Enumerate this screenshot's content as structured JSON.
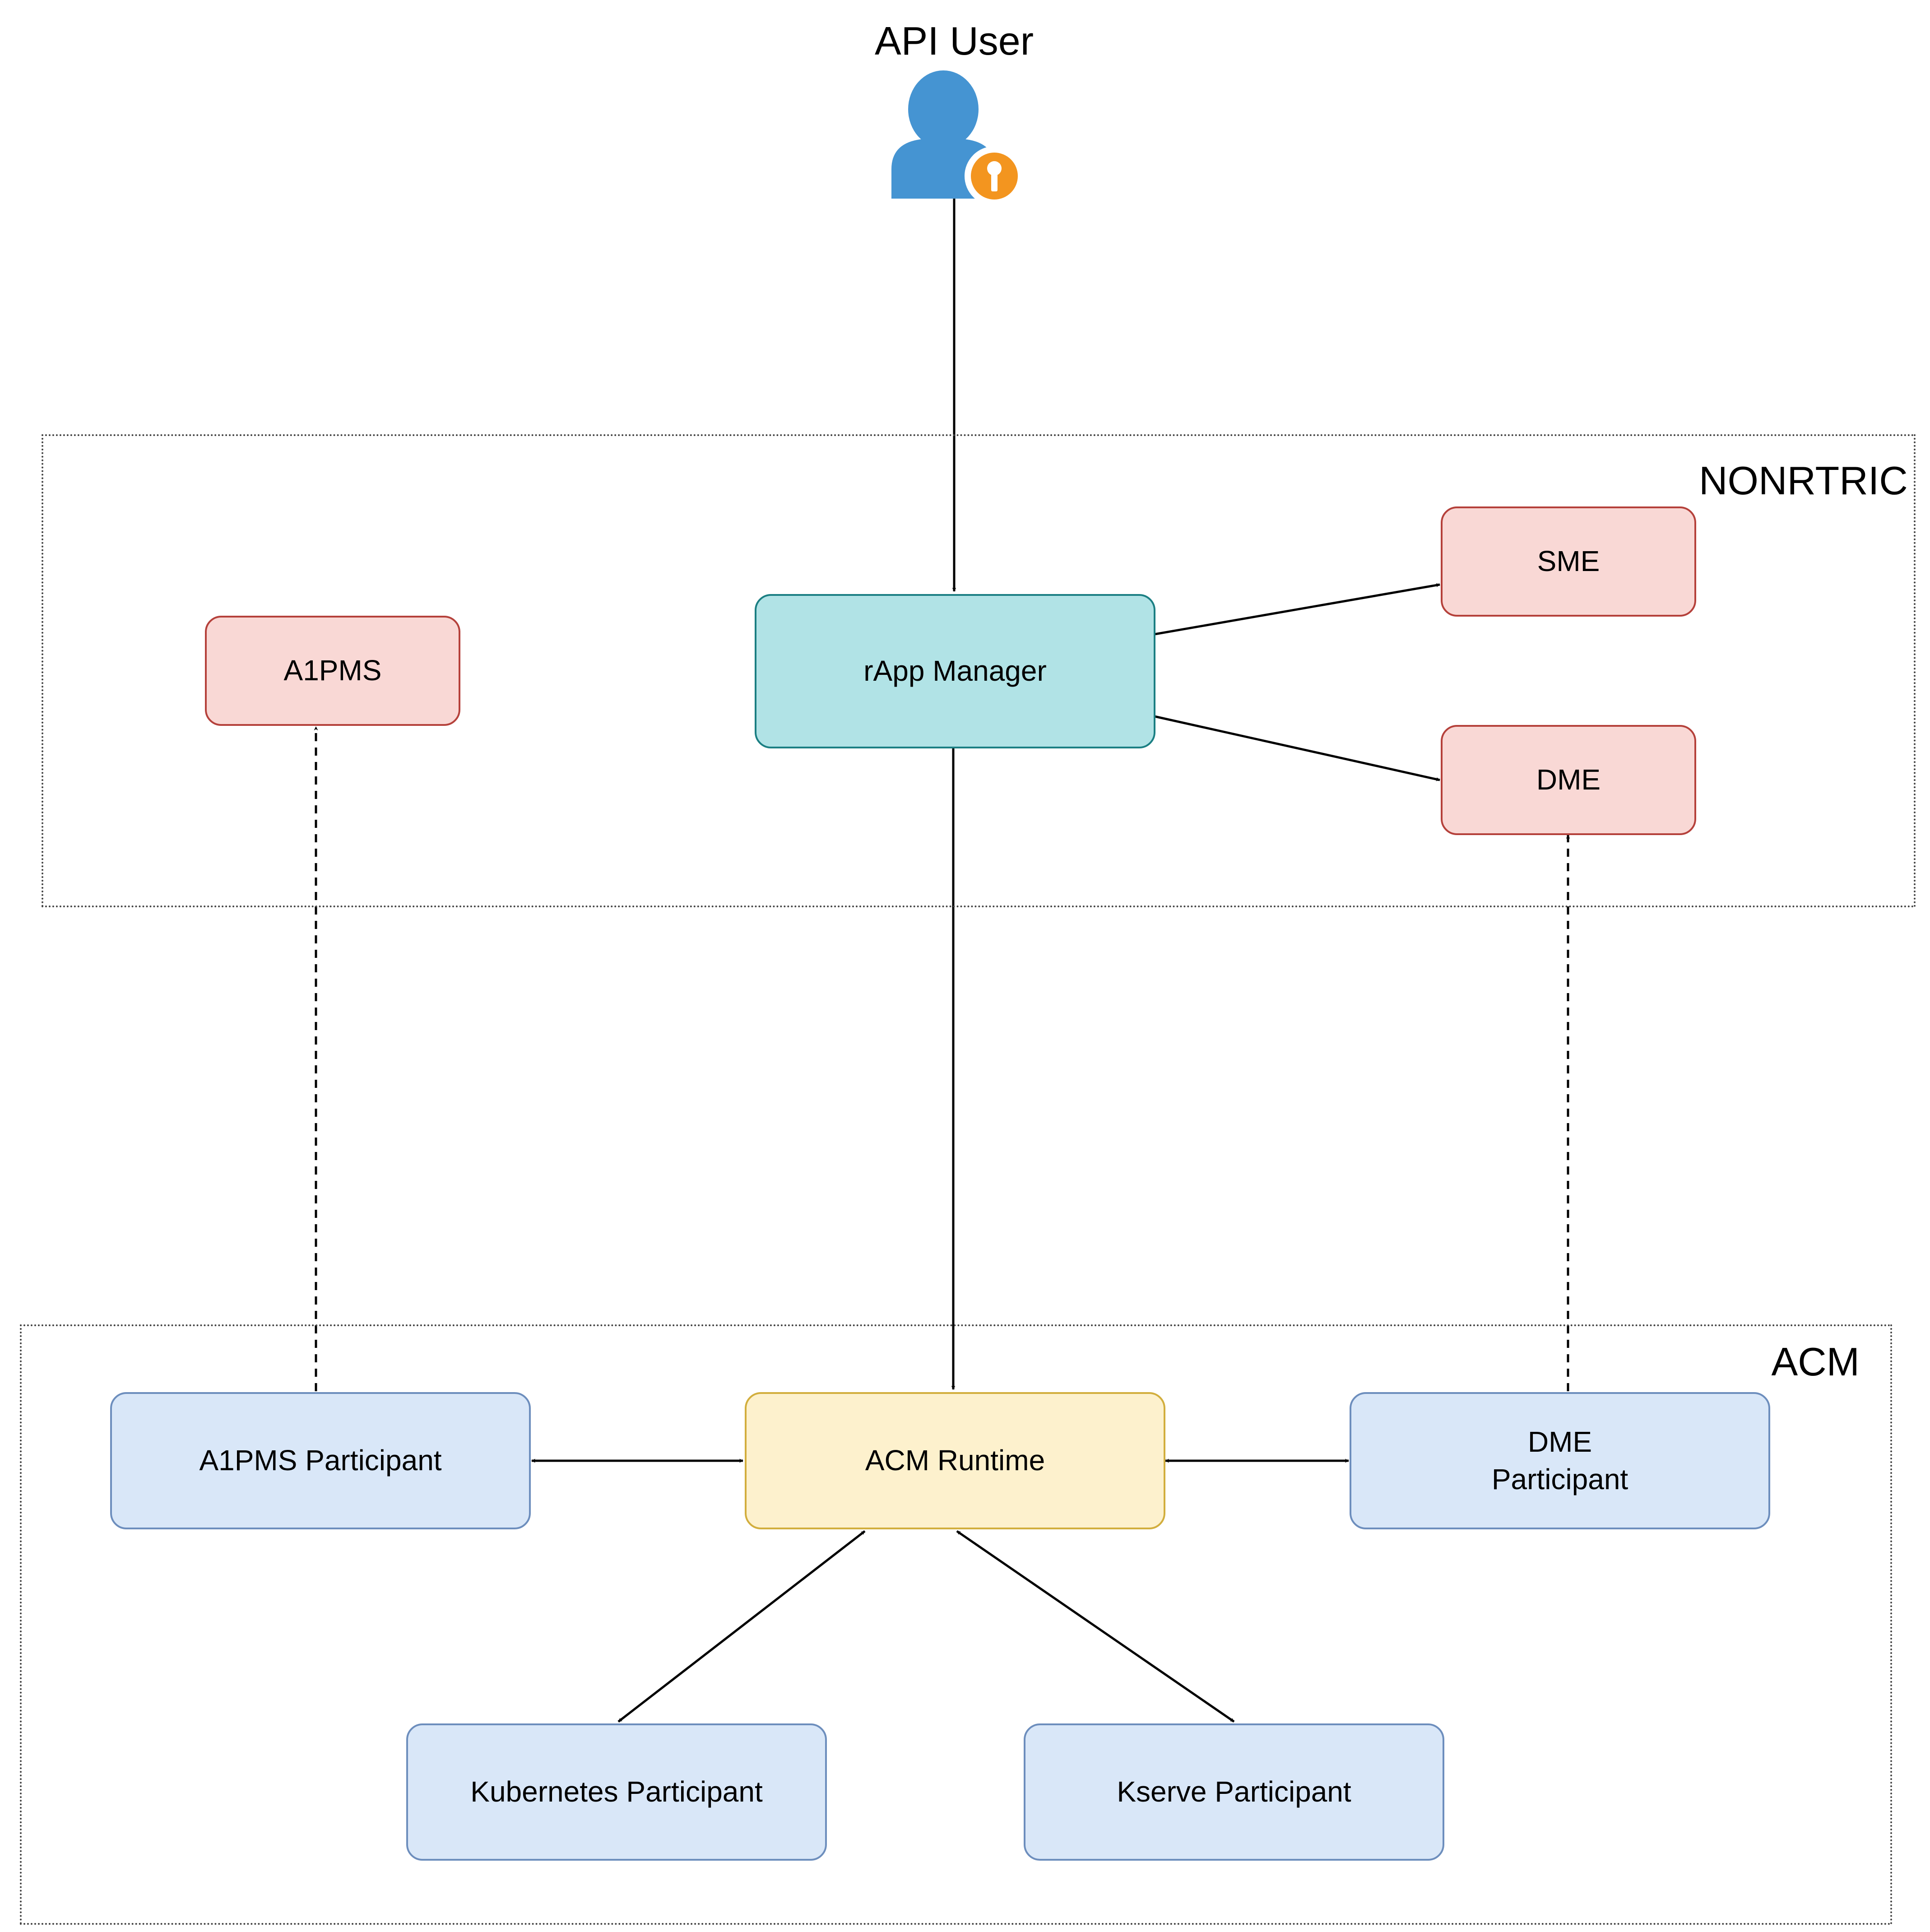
{
  "user": {
    "title": "API User",
    "icon": "user-key-icon"
  },
  "groups": {
    "nonrtric": {
      "label": "NONRTRIC"
    },
    "acm": {
      "label": "ACM"
    }
  },
  "nodes": {
    "sme": {
      "label": "SME"
    },
    "a1pms": {
      "label": "A1PMS"
    },
    "rapp_manager": {
      "label": "rApp Manager"
    },
    "dme": {
      "label": "DME"
    },
    "a1pms_participant": {
      "label": "A1PMS Participant"
    },
    "acm_runtime": {
      "label": "ACM Runtime"
    },
    "dme_participant": {
      "label_line1": "DME",
      "label_line2": "Participant"
    },
    "kubernetes_participant": {
      "label": "Kubernetes Participant"
    },
    "kserve_participant": {
      "label": "Kserve Participant"
    }
  },
  "colors": {
    "external": "#f9d8d5",
    "manager": "#b1e3e6",
    "runtime": "#fdf1cd",
    "participant": "#d9e7f8",
    "user_icon": "#4594d2",
    "key_badge": "#f3951f"
  }
}
